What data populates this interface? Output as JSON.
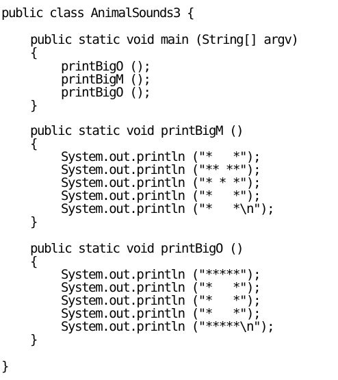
{
  "code": {
    "class_decl": "public class AnimalSounds3 {",
    "main_decl": "public static void main (String[] argv)",
    "main_open": "{",
    "main_calls": [
      "printBigO ();",
      "printBigM ();",
      "printBigO ();"
    ],
    "main_close": "}",
    "m_decl": "public static void printBigM ()",
    "m_open": "{",
    "m_lines": [
      "System.out.println (\"*   *\");",
      "System.out.println (\"** **\");",
      "System.out.println (\"* * *\");",
      "System.out.println (\"*   *\");",
      "System.out.println (\"*   *\\n\");"
    ],
    "m_close": "}",
    "o_decl": "public static void printBigO ()",
    "o_open": "{",
    "o_lines": [
      "System.out.println (\"*****\");",
      "System.out.println (\"*   *\");",
      "System.out.println (\"*   *\");",
      "System.out.println (\"*   *\");",
      "System.out.println (\"*****\\n\");"
    ],
    "o_close": "}",
    "class_close": "}"
  }
}
